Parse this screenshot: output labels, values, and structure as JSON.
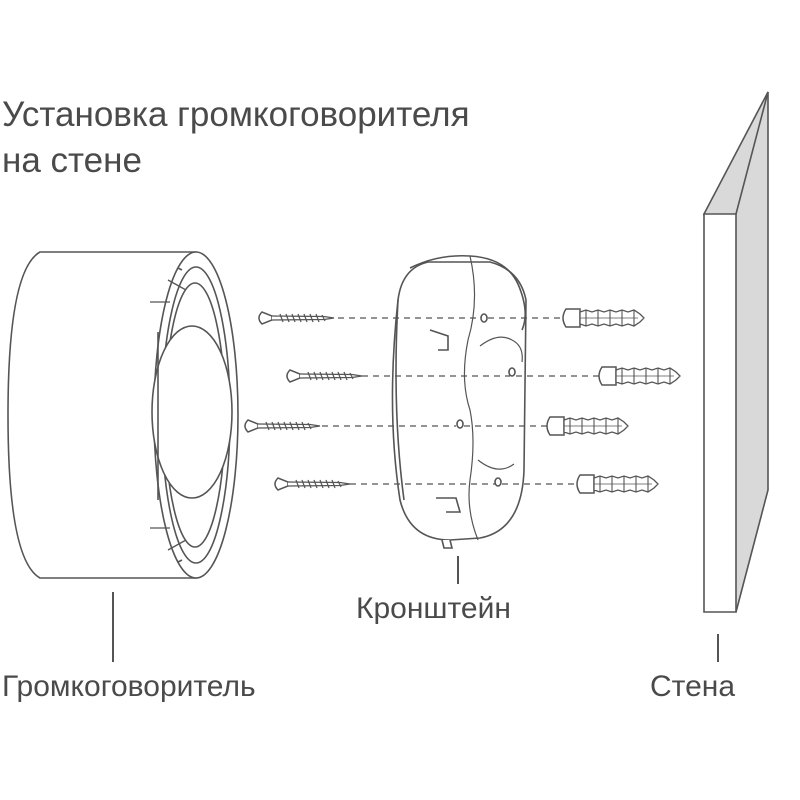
{
  "title": {
    "line1": "Установка громкоговорителя",
    "line2": "на стене"
  },
  "labels": {
    "speaker": "Громкоговоритель",
    "bracket": "Кронштейн",
    "wall": "Стена"
  },
  "colors": {
    "stroke": "#555555",
    "text": "#4a4a4a",
    "wall_face": "#ffffff",
    "wall_side": "#d9d9d9",
    "background": "#ffffff"
  }
}
